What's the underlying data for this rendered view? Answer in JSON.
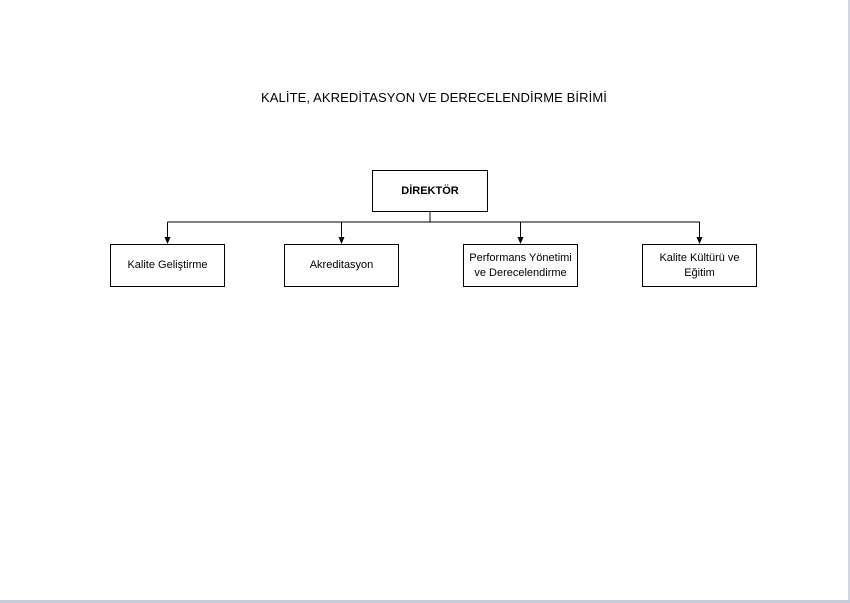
{
  "title": "KALİTE, AKREDİTASYON VE DERECELENDİRME BİRİMİ",
  "director": "DİREKTÖR",
  "units": [
    "Kalite Geliştirme",
    "Akreditasyon",
    "Performans Yönetimi ve Derecelendirme",
    "Kalite Kültürü ve Eğitim"
  ]
}
